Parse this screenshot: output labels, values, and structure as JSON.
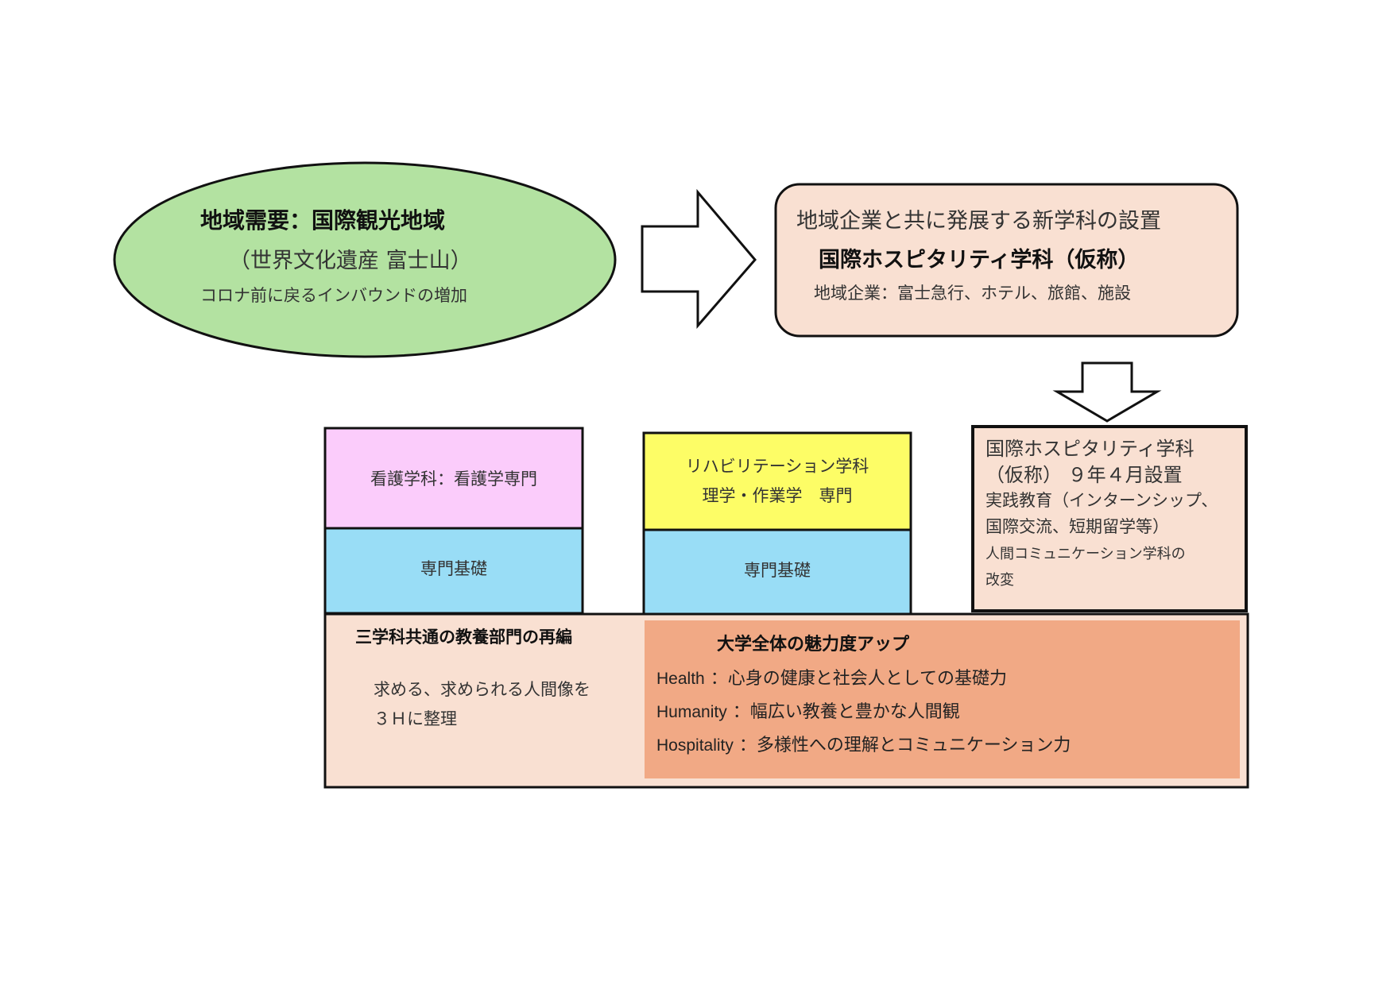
{
  "demand": {
    "title": "地域需要：国際観光地域",
    "subtitle": "（世界文化遺産 富士山）",
    "note": "コロナ前に戻るインバウンドの増加"
  },
  "new_dept": {
    "heading": "地域企業と共に発展する新学科の設置",
    "name": "国際ホスピタリティ学科（仮称）",
    "companies": "地域企業：富士急行、ホテル、旅館、施設"
  },
  "nursing": {
    "label": "看護学科：看護学専門",
    "foundation": "専門基礎"
  },
  "rehab": {
    "line1": "リハビリテーション学科",
    "line2": "理学・作業学　専門",
    "foundation": "専門基礎"
  },
  "hospitality": {
    "line1": "国際ホスピタリティ学科",
    "line2": "（仮称） ９年４月設置",
    "line3": "実践教育（インターンシップ、",
    "line4": "国際交流、短期留学等）",
    "line5": "人間コミュニケーション学科の",
    "line6": "改変"
  },
  "liberal_arts": {
    "title": "三学科共通の教養部門の再編",
    "text1": "求める、求められる人間像を",
    "text2": "３Ｈに整理"
  },
  "appeal": {
    "title": "大学全体の魅力度アップ",
    "items": [
      {
        "key": "Health",
        "desc": "：心身の健康と社会人としての基礎力"
      },
      {
        "key": "Humanity",
        "desc": "：幅広い教養と豊かな人間観"
      },
      {
        "key": "Hospitality",
        "desc": "：多様性への理解とコミュニケーション力"
      }
    ]
  },
  "colors": {
    "ellipse_fill": "#b3e2a1",
    "peach": "#f9e0d2",
    "pink": "#fbccfb",
    "yellow": "#fdfd66",
    "blue": "#99ddf6",
    "salmon": "#f1a985"
  }
}
